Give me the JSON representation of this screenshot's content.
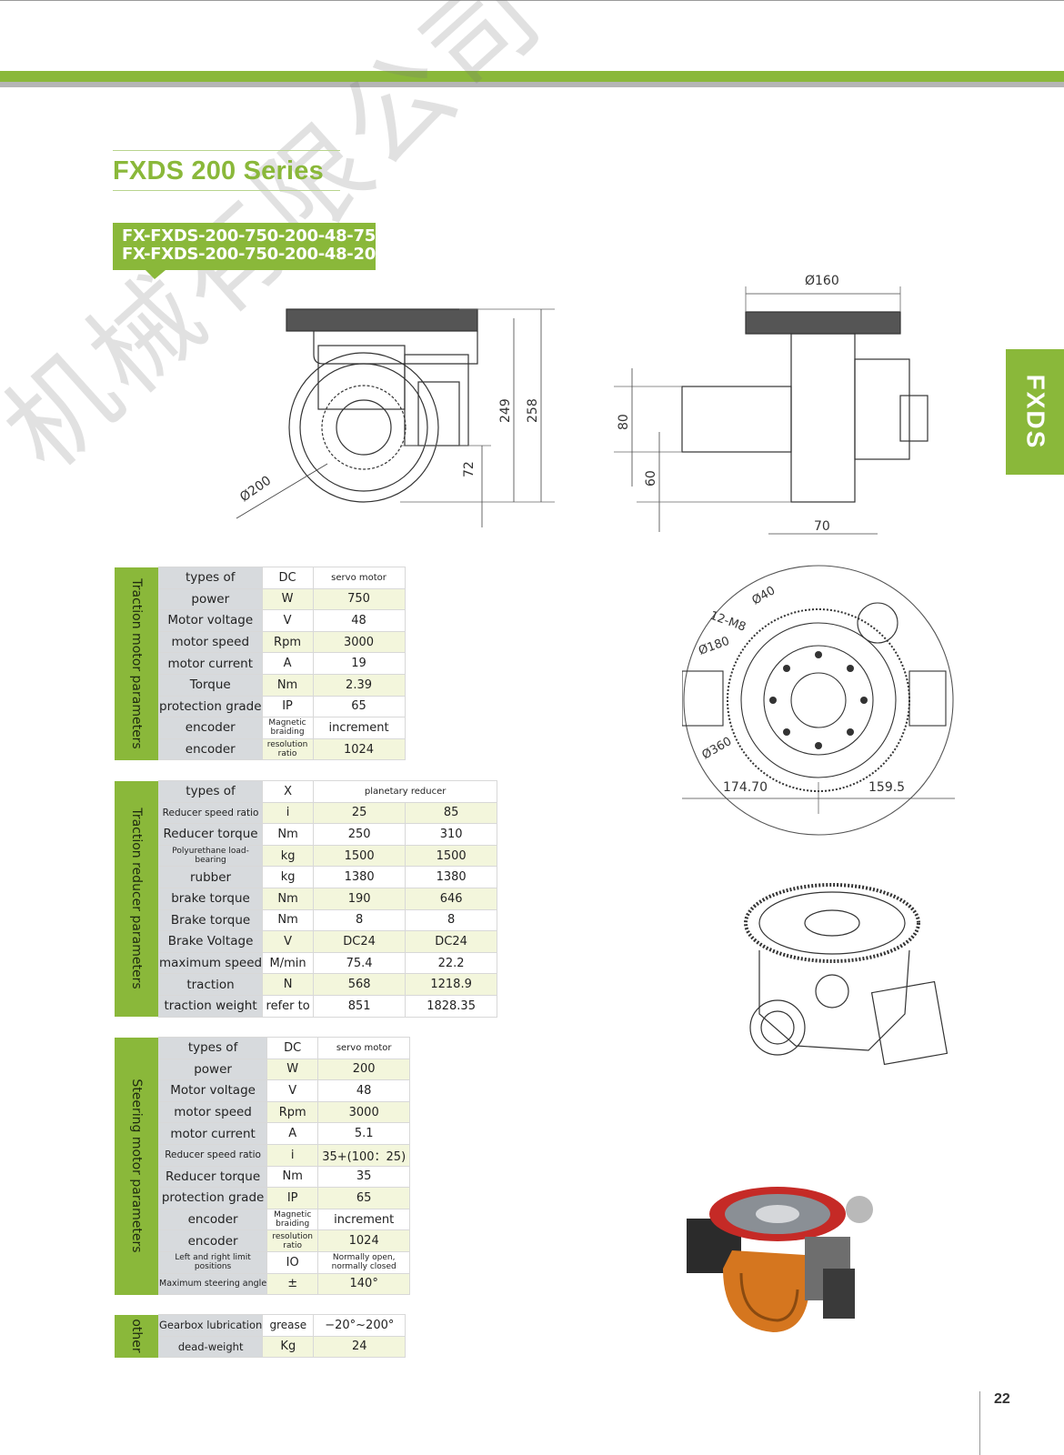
{
  "header": {
    "series_title": "FXDS 200 Series",
    "models": [
      "FX-FXDS-200-750-200-48-75",
      "FX-FXDS-200-750-200-48-20"
    ]
  },
  "side_tab": "FXDS",
  "page_number": "22",
  "watermark": "机械有限公司",
  "drawings": {
    "side_view_dims": [
      "Ø200",
      "72",
      "249",
      "258"
    ],
    "front_view_dims": [
      "Ø160",
      "80",
      "60",
      "70"
    ],
    "top_view_dims": [
      "Ø40",
      "12-M8",
      "Ø180",
      "Ø360",
      "174.70",
      "159.5"
    ]
  },
  "tables": {
    "traction_motor": {
      "group_label": "Traction motor parameters",
      "rows": [
        {
          "label": "types of",
          "unit": "DC",
          "value": "servo motor"
        },
        {
          "label": "power",
          "unit": "W",
          "value": "750"
        },
        {
          "label": "Motor voltage",
          "unit": "V",
          "value": "48"
        },
        {
          "label": "motor speed",
          "unit": "Rpm",
          "value": "3000"
        },
        {
          "label": "motor current",
          "unit": "A",
          "value": "19"
        },
        {
          "label": "Torque",
          "unit": "Nm",
          "value": "2.39"
        },
        {
          "label": "protection grade",
          "unit": "IP",
          "value": "65"
        },
        {
          "label": "encoder",
          "unit": "Magnetic braiding",
          "value": "increment"
        },
        {
          "label": "encoder",
          "unit": "resolution ratio",
          "value": "1024"
        }
      ]
    },
    "traction_reducer": {
      "group_label": "Traction reducer parameters",
      "header": {
        "label": "types of",
        "unit": "X",
        "value": "planetary reducer"
      },
      "rows": [
        {
          "label": "Reducer speed ratio",
          "unit": "i",
          "v1": "25",
          "v2": "85"
        },
        {
          "label": "Reducer torque",
          "unit": "Nm",
          "v1": "250",
          "v2": "310"
        },
        {
          "label": "Polyurethane load-bearing",
          "unit": "kg",
          "v1": "1500",
          "v2": "1500"
        },
        {
          "label": "rubber",
          "unit": "kg",
          "v1": "1380",
          "v2": "1380"
        },
        {
          "label": "brake torque",
          "unit": "Nm",
          "v1": "190",
          "v2": "646"
        },
        {
          "label": "Brake torque",
          "unit": "Nm",
          "v1": "8",
          "v2": "8"
        },
        {
          "label": "Brake Voltage",
          "unit": "V",
          "v1": "DC24",
          "v2": "DC24"
        },
        {
          "label": "maximum speed",
          "unit": "M/min",
          "v1": "75.4",
          "v2": "22.2"
        },
        {
          "label": "traction",
          "unit": "N",
          "v1": "568",
          "v2": "1218.9"
        },
        {
          "label": "traction weight",
          "unit": "refer to",
          "v1": "851",
          "v2": "1828.35"
        }
      ]
    },
    "steering_motor": {
      "group_label": "Steering motor parameters",
      "rows": [
        {
          "label": "types of",
          "unit": "DC",
          "value": "servo motor"
        },
        {
          "label": "power",
          "unit": "W",
          "value": "200"
        },
        {
          "label": "Motor voltage",
          "unit": "V",
          "value": "48"
        },
        {
          "label": "motor speed",
          "unit": "Rpm",
          "value": "3000"
        },
        {
          "label": "motor current",
          "unit": "A",
          "value": "5.1"
        },
        {
          "label": "Reducer speed ratio",
          "unit": "i",
          "value": "35+(100：25)"
        },
        {
          "label": "Reducer torque",
          "unit": "Nm",
          "value": "35"
        },
        {
          "label": "protection grade",
          "unit": "IP",
          "value": "65"
        },
        {
          "label": "encoder",
          "unit": "Magnetic braiding",
          "value": "increment"
        },
        {
          "label": "encoder",
          "unit": "resolution ratio",
          "value": "1024"
        },
        {
          "label": "Left and right limit positions",
          "unit": "IO",
          "value": "Normally open, normally closed"
        },
        {
          "label": "Maximum steering angle",
          "unit": "±",
          "value": "140°"
        }
      ]
    },
    "other": {
      "group_label": "other",
      "rows": [
        {
          "label": "Gearbox lubrication",
          "unit": "grease",
          "value": "−20°~200°"
        },
        {
          "label": "dead-weight",
          "unit": "Kg",
          "value": "24"
        }
      ]
    }
  }
}
